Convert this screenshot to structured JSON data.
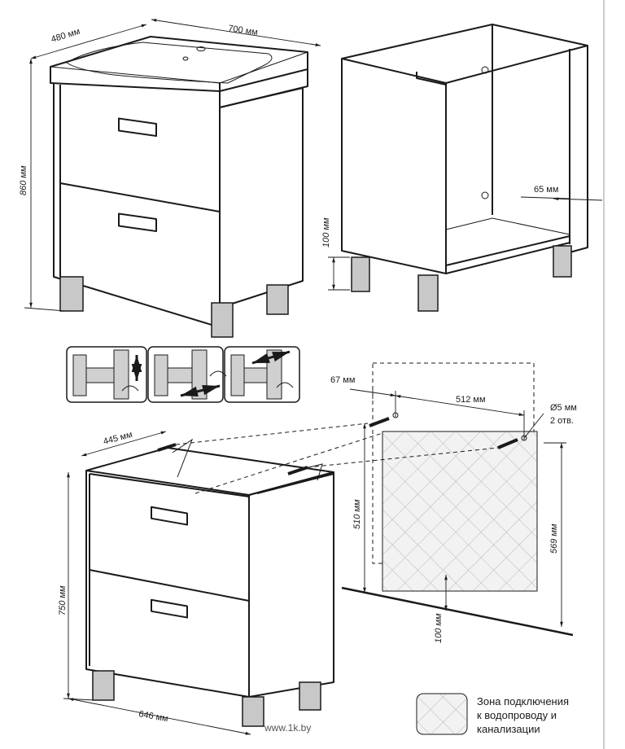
{
  "top_left": {
    "depth_label": "480 мм",
    "width_label": "700 мм",
    "height_label": "860 мм"
  },
  "top_right": {
    "back_offset_label": "65 мм",
    "leg_height_label": "100 мм"
  },
  "bottom_left": {
    "depth_label": "445 мм",
    "height_label": "750 мм",
    "width_label": "646 мм"
  },
  "wall_mount": {
    "hole_spacing_label": "512 мм",
    "left_offset_label": "67 мм",
    "hole_diameter_label": "Ø5 мм",
    "hole_count_label": "2 отв.",
    "zone_height_label": "510 мм",
    "total_height_label": "569 мм",
    "floor_gap_label": "100 мм"
  },
  "legend": {
    "line1": "Зона подключения",
    "line2": "к водопроводу и",
    "line3": "канализации"
  },
  "watermark": "www.1k.by"
}
